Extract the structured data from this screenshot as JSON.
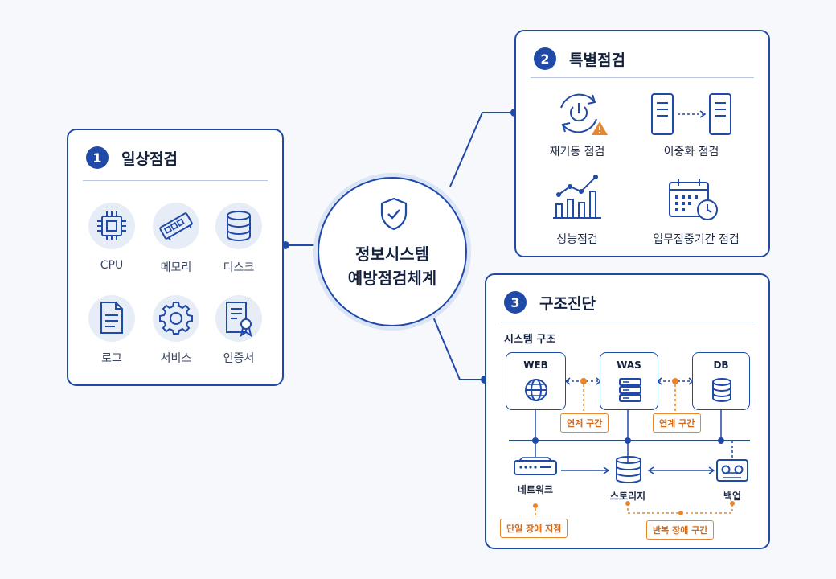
{
  "center": {
    "line1": "정보시스템",
    "line2": "예방점검체계"
  },
  "panels": {
    "daily": {
      "number": "1",
      "title": "일상점검",
      "items": [
        "CPU",
        "메모리",
        "디스크",
        "로그",
        "서비스",
        "인증서"
      ]
    },
    "special": {
      "number": "2",
      "title": "특별점검",
      "items": [
        "재기동 점검",
        "이중화 점검",
        "성능점검",
        "업무집중기간 점검"
      ]
    },
    "structure": {
      "number": "3",
      "title": "구조진단",
      "subtitle": "시스템 구조",
      "nodes": {
        "web": "WEB",
        "was": "WAS",
        "db": "DB"
      },
      "infra": {
        "network": "네트워크",
        "storage": "스토리지",
        "backup": "백업"
      },
      "tags": {
        "link1": "연계 구간",
        "link2": "연계 구간",
        "spof": "단일 장애 지점",
        "repeat": "반복 장애 구간"
      }
    }
  },
  "colors": {
    "primary": "#1f4aa8",
    "warning": "#e8862d",
    "soft": "#e7edf7"
  }
}
